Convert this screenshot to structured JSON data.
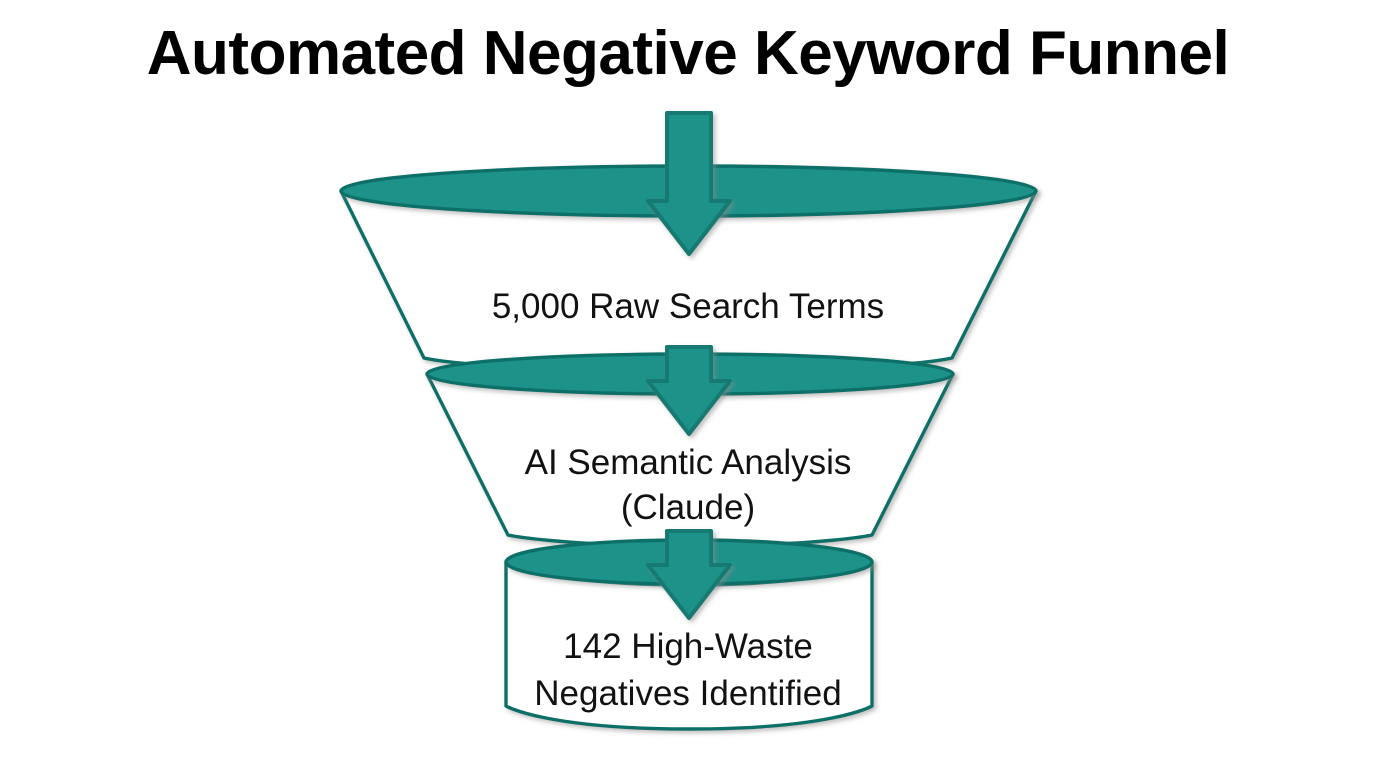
{
  "page": {
    "background_color": "#ffffff",
    "title": "Automated Negative Keyword Funnel",
    "title_color": "#000000"
  },
  "theme": {
    "teal_fill": "#1A9289",
    "teal_stroke": "#0F6F68",
    "arrow_fill": "#1A9289",
    "arrow_stroke": "#127A72",
    "body_fill": "#ffffff",
    "text_color": "#121212"
  },
  "funnel": {
    "name": "Automated Negative Keyword Funnel",
    "stages": [
      {
        "id": "stage-1",
        "shape": "funnel-cone",
        "label_line1": "5,000 Raw Search Terms",
        "label_line2": "",
        "value": 5000,
        "value_text": "5,000",
        "description": "Raw Search Terms"
      },
      {
        "id": "stage-2",
        "shape": "funnel-cone",
        "label_line1": "AI Semantic Analysis",
        "label_line2": "(Claude)",
        "value": null,
        "value_text": "",
        "description": "AI Semantic Analysis (Claude)"
      },
      {
        "id": "stage-3",
        "shape": "cylinder",
        "label_line1": "142 High-Waste",
        "label_line2": "Negatives Identified",
        "value": 142,
        "value_text": "142",
        "description": "High-Waste Negatives Identified"
      }
    ],
    "connectors": [
      {
        "id": "arrow-into-stage-1",
        "icon": "down-arrow-icon"
      },
      {
        "id": "arrow-stage-1-to-2",
        "icon": "down-arrow-icon"
      },
      {
        "id": "arrow-stage-2-to-3",
        "icon": "down-arrow-icon"
      }
    ]
  }
}
